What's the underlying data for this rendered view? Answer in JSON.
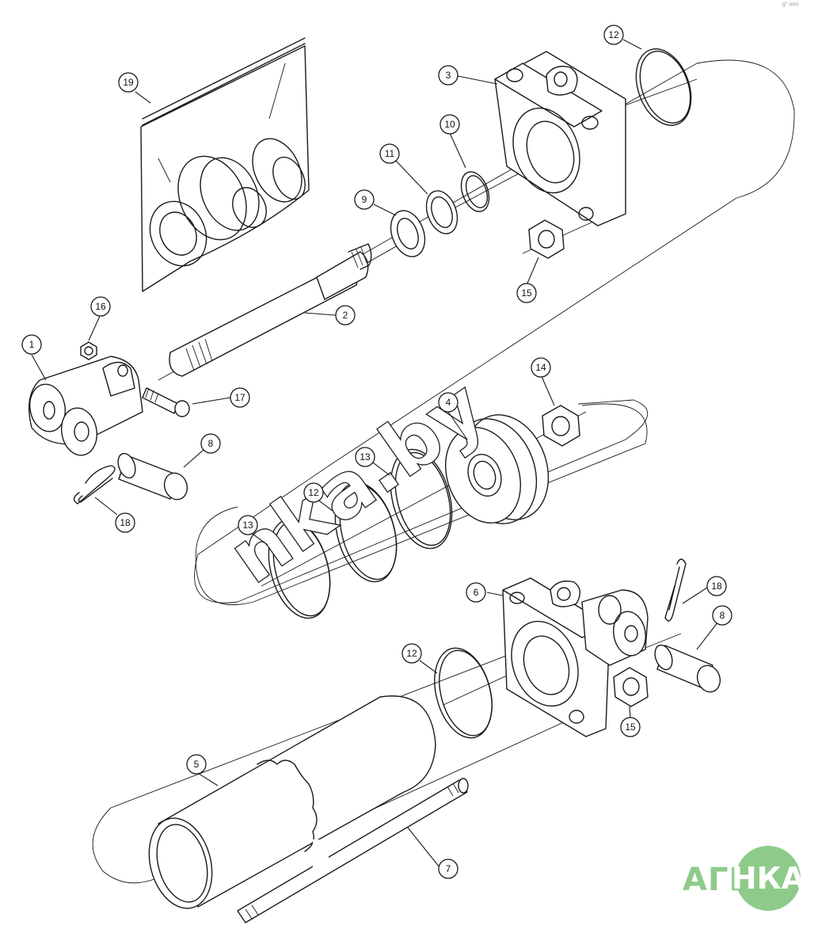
{
  "callouts": {
    "c1": "1",
    "c2": "2",
    "c3": "3",
    "c4": "4",
    "c5": "5",
    "c6": "6",
    "c7": "7",
    "c8a": "8",
    "c8b": "8",
    "c9": "9",
    "c10": "10",
    "c11": "11",
    "c12a": "12",
    "c12b": "12",
    "c12c": "12",
    "c13a": "13",
    "c13b": "13",
    "c14": "14",
    "c15a": "15",
    "c15b": "15",
    "c16": "16",
    "c17": "17",
    "c18a": "18",
    "c18b": "18",
    "c19": "19"
  },
  "watermark": {
    "text": "nka.by"
  },
  "logo": {
    "word": "АГРО",
    "badge": "НКА",
    "color": "#8ecb8a"
  },
  "corner_mark": "g° uuu"
}
